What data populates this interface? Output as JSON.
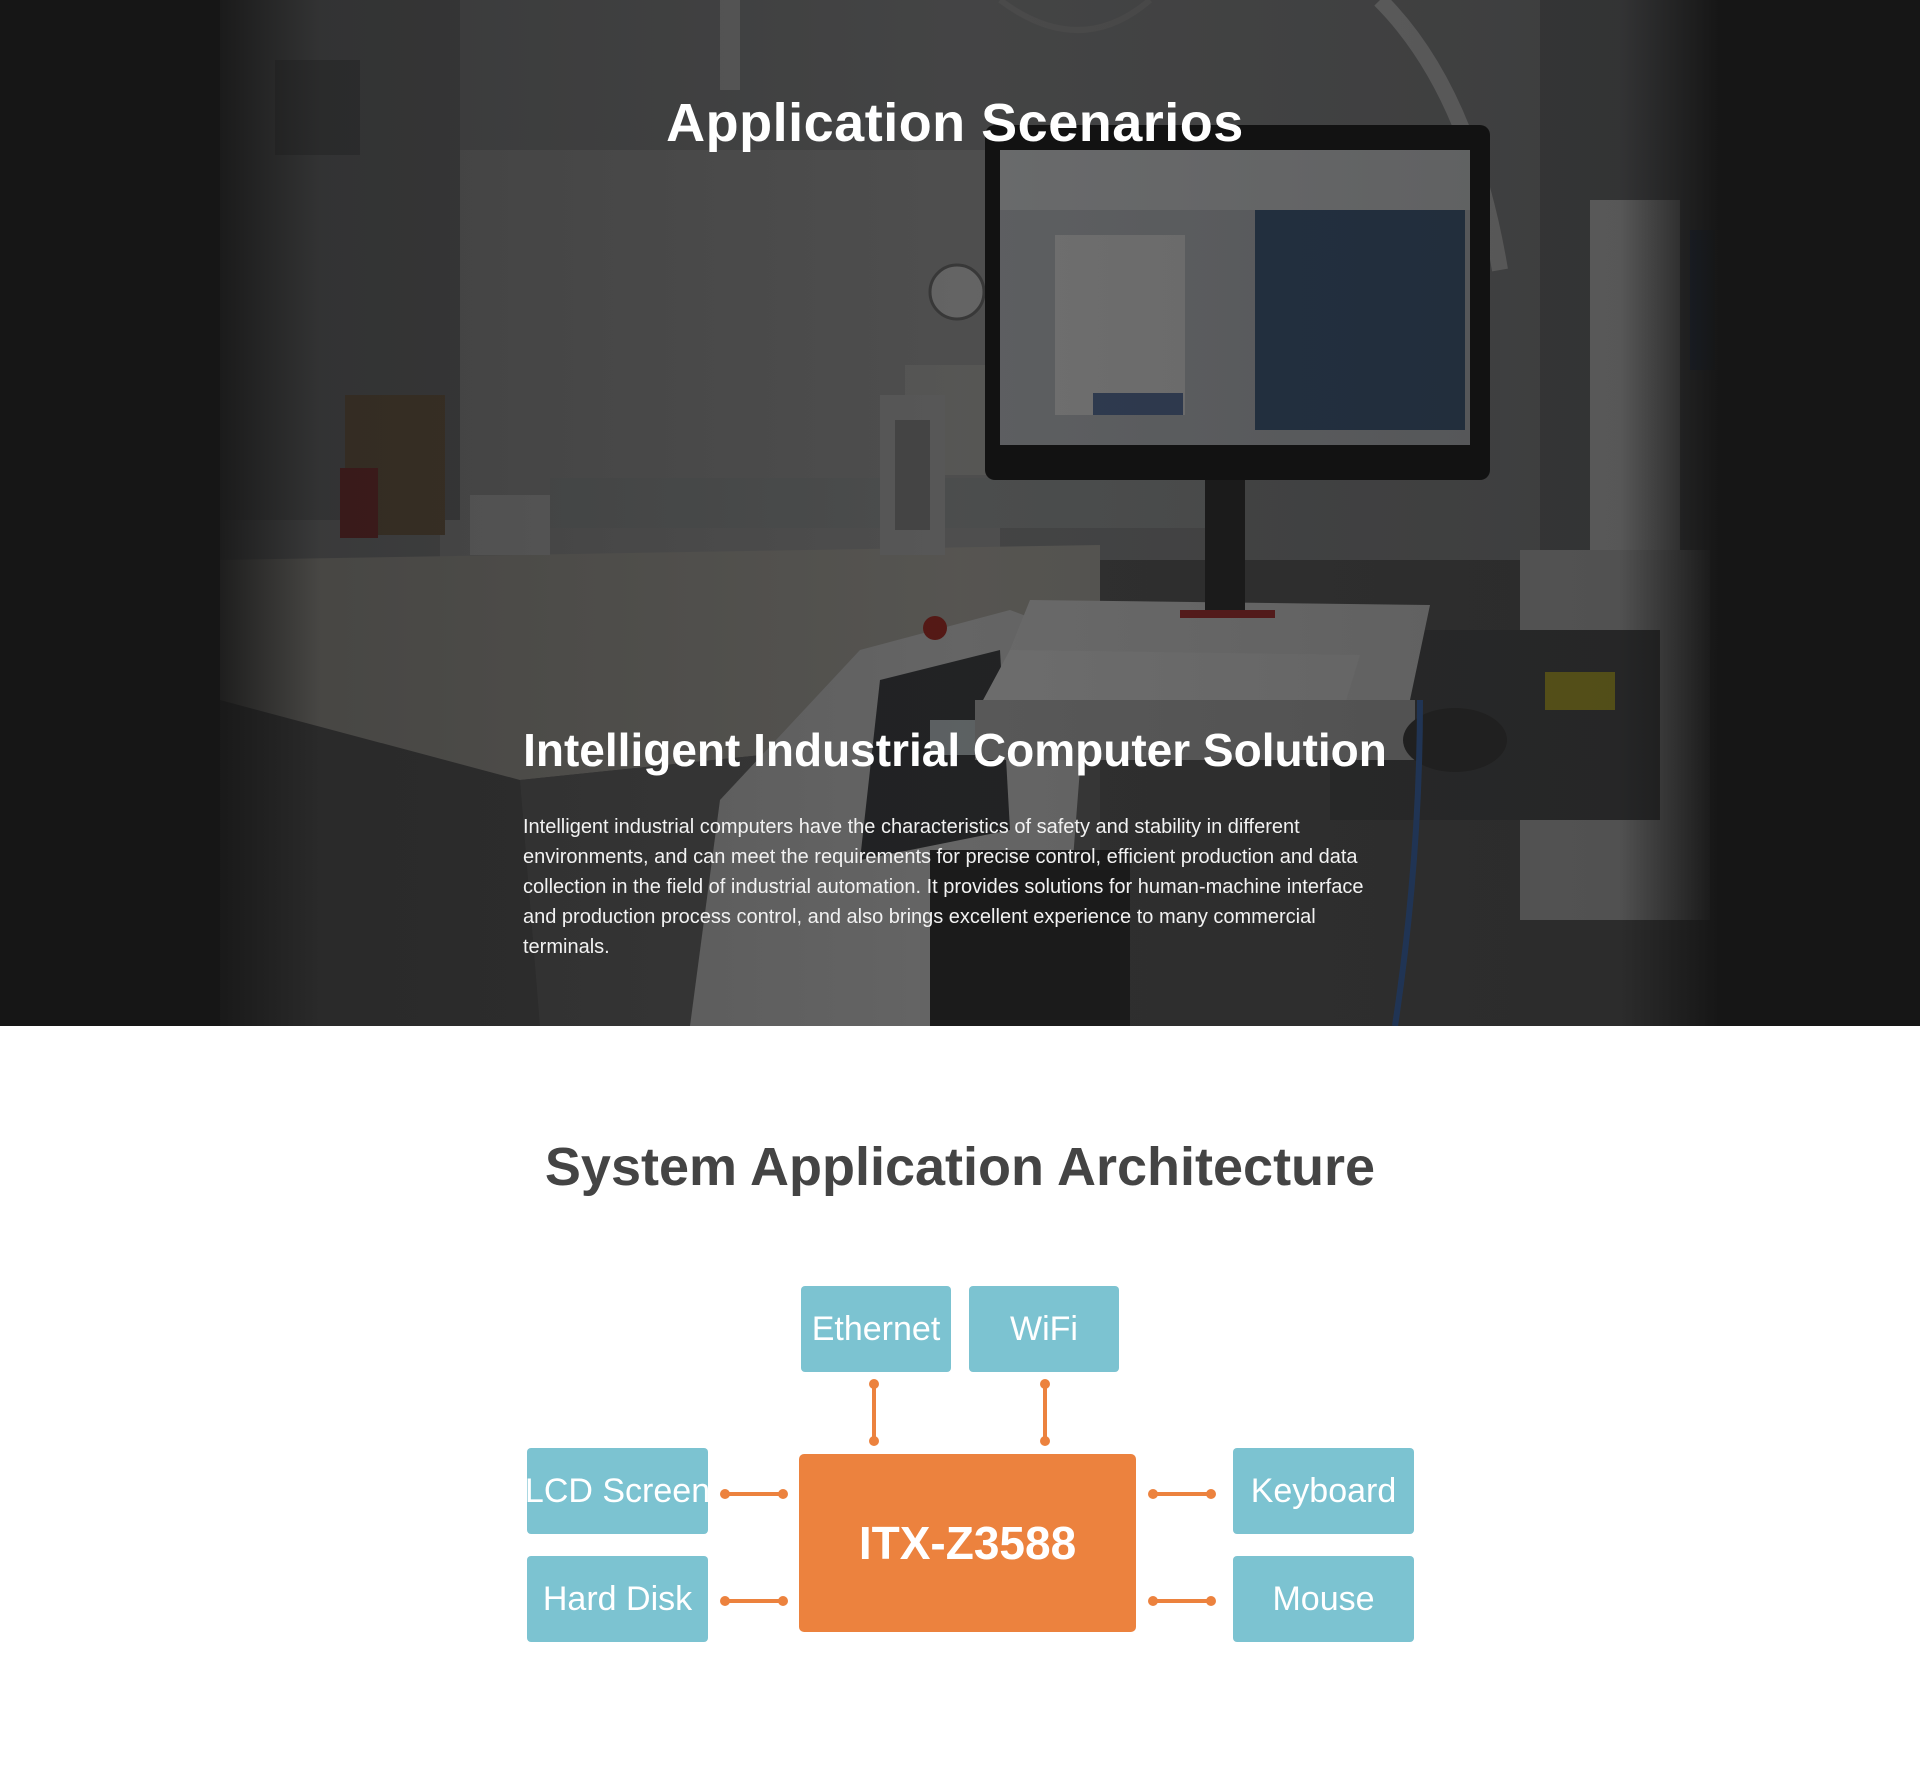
{
  "hero": {
    "title": "Application Scenarios",
    "solution_title": "Intelligent Industrial Computer Solution",
    "solution_text": "Intelligent industrial computers have the characteristics of safety and stability in different environments, and can meet the requirements for precise control, efficient production and data collection in the field of industrial automation. It provides solutions for human-machine interface and production process control, and also brings excellent experience to many commercial terminals."
  },
  "architecture": {
    "title": "System Application Architecture",
    "core": "ITX-Z3588",
    "nodes": {
      "ethernet": "Ethernet",
      "wifi": "WiFi",
      "lcd": "LCD Screen",
      "hard_disk": "Hard Disk",
      "keyboard": "Keyboard",
      "mouse": "Mouse"
    }
  },
  "colors": {
    "node": "#7cc3d1",
    "core": "#ec823e",
    "connector": "#ec823e",
    "heading": "#444444"
  }
}
